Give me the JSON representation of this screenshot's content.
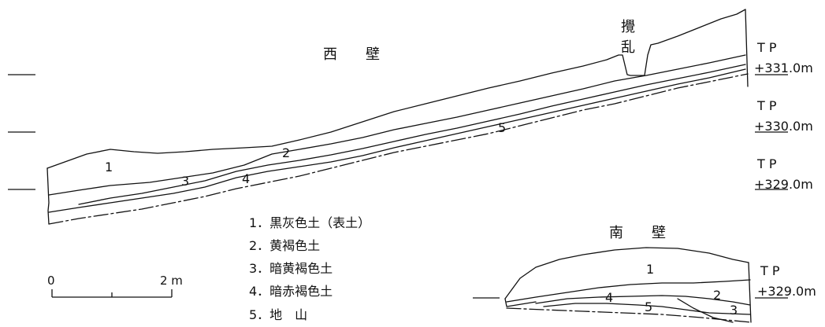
{
  "west_wall": {
    "title": "西　　壁",
    "disturbance_label_top": "攪",
    "disturbance_label_bottom": "乱",
    "layer_numbers": [
      "1",
      "2",
      "3",
      "4",
      "5"
    ],
    "tp_labels": [
      {
        "tp": "T P",
        "value": "+331.0m"
      },
      {
        "tp": "T P",
        "value": "+330.0m"
      },
      {
        "tp": "T P",
        "value": "+329.0m"
      }
    ]
  },
  "south_wall": {
    "title": "南　　壁",
    "layer_numbers": [
      "1",
      "2",
      "3",
      "4",
      "5"
    ],
    "tp_label": {
      "tp": "T P",
      "value": "+329.0m"
    }
  },
  "legend": {
    "items": [
      "1．黒灰色土（表土）",
      "2．黄褐色土",
      "3．暗黄褐色土",
      "4．暗赤褐色土",
      "5．地　山"
    ]
  },
  "scale_bar": {
    "start_label": "0",
    "end_label": "2 m"
  },
  "colors": {
    "line": "#111111",
    "background": "#ffffff"
  }
}
